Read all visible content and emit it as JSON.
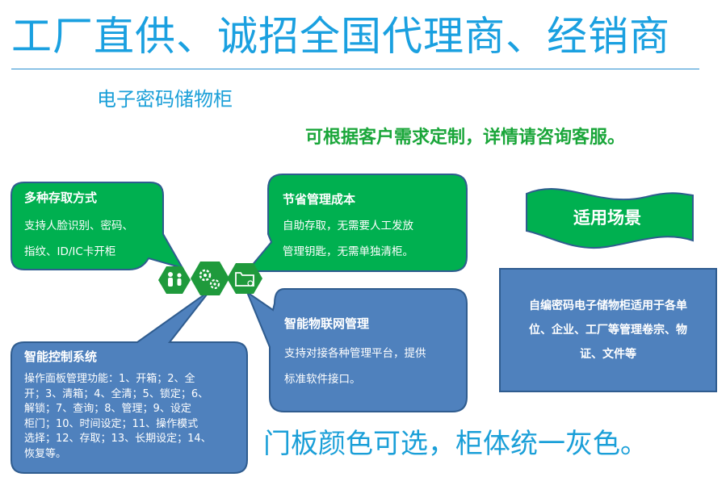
{
  "headline": "工厂直供、诚招全国代理商、经销商",
  "product_name": "电子密码储物柜",
  "custom_note": "可根据客户需求定制，详情请咨询客服。",
  "colors": {
    "accent_blue": "#1aa0e0",
    "green": "#1aa63a",
    "bubble_green": "#00b050",
    "bubble_blue": "#4f81bd",
    "hex_green": "#1f9a3c"
  },
  "features": {
    "access": {
      "title": "多种存取方式",
      "lines": [
        "支持人脸识别、密码、",
        "指纹、ID/IC卡开柜"
      ]
    },
    "cost": {
      "title": "节省管理成本",
      "lines": [
        "自助存取，无需要人工发放",
        "管理钥匙，无需单独清柜。"
      ]
    },
    "iot": {
      "title": "智能物联网管理",
      "lines": [
        "支持对接各种管理平台，提供",
        "标准软件接口。"
      ]
    },
    "control": {
      "title": "智能控制系统",
      "lines": [
        "操作面板管理功能：1、开箱；2、全",
        "开；3、清箱；4、全清；5、锁定；6、",
        "解锁；7、查询；8、管理；9、设定",
        "柜门；10、时间设定；11、操作模式",
        "选择；12、存取；13、长期设定；14、",
        "恢复等。"
      ]
    }
  },
  "icons": [
    "people-icon",
    "gears-icon",
    "folder-icon"
  ],
  "scenario": {
    "label": "适用场景",
    "lines": [
      "自编密码电子储物柜适用于各单",
      "位、企业、工厂等管理卷宗、物",
      "证、文件等"
    ]
  },
  "color_note": "门板颜色可选，柜体统一灰色。"
}
